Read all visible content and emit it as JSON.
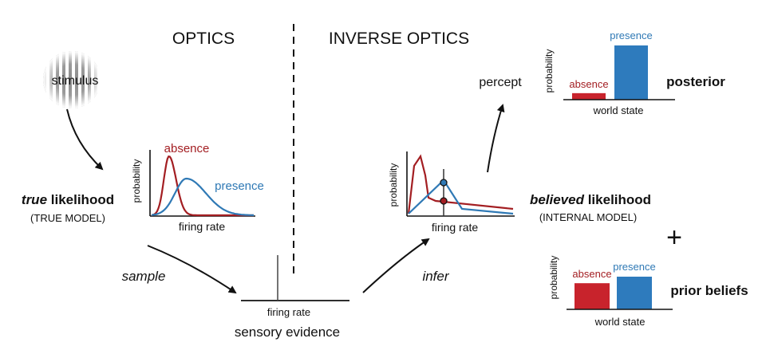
{
  "headers": {
    "optics": "OPTICS",
    "inverse_optics": "INVERSE OPTICS"
  },
  "stimulus": {
    "label": "stimulus"
  },
  "true_likelihood": {
    "title_em": "true",
    "title_rest": " likelihood",
    "subtitle": "(TRUE MODEL)",
    "ylabel": "probability",
    "xlabel": "firing rate",
    "absence_label": "absence",
    "presence_label": "presence"
  },
  "believed_likelihood": {
    "title_em": "believed",
    "title_rest": " likelihood",
    "subtitle": "(INTERNAL MODEL)",
    "ylabel": "probability",
    "xlabel": "firing rate"
  },
  "sensory": {
    "xlabel": "firing rate",
    "caption": "sensory evidence"
  },
  "arrows": {
    "sample": "sample",
    "infer": "infer",
    "percept": "percept",
    "plus": "+"
  },
  "posterior": {
    "title": "posterior",
    "ylabel": "probability",
    "xlabel": "world state",
    "absence_label": "absence",
    "presence_label": "presence",
    "absence_value": 0.12,
    "presence_value": 1.0
  },
  "prior": {
    "title": "prior beliefs",
    "ylabel": "probability",
    "xlabel": "world state",
    "absence_label": "absence",
    "presence_label": "presence",
    "absence_value": 0.8,
    "presence_value": 1.0
  },
  "colors": {
    "absence": "#a31e22",
    "presence": "#2f79b5",
    "absence_bar": "#c8232c",
    "presence_bar": "#2e7bbd",
    "ink": "#111111"
  }
}
